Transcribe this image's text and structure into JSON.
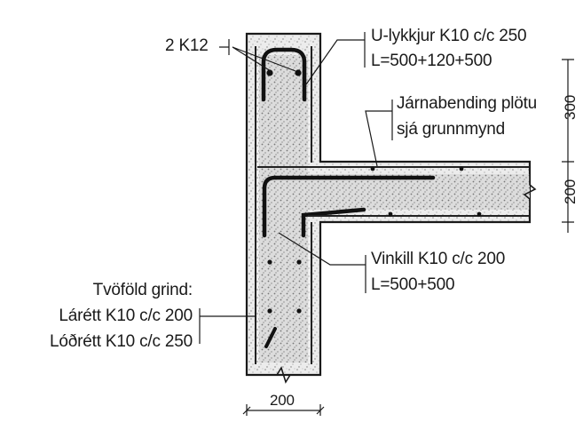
{
  "labels": {
    "top_bars": "2 K12",
    "u_bars_line1": "U-lykkjur K10 c/c 250",
    "u_bars_line2": "L=500+120+500",
    "slab_rebar_line1": "Járnabending plötu",
    "slab_rebar_line2": "sjá grunnmynd",
    "angle_line1": "Vinkill K10 c/c 200",
    "angle_line2": "L=500+500",
    "grid_line1": "Tvöföld grind:",
    "grid_line2": "Lárétt K10 c/c 200",
    "grid_line3": "Lóðrétt K10 c/c 250"
  },
  "dimensions": {
    "wall_width": "200",
    "upper_height": "300",
    "slab_thickness": "200"
  },
  "colors": {
    "ink": "#1a1a1a",
    "concrete_fill": "#d9d9d9",
    "rebar": "#111111"
  }
}
